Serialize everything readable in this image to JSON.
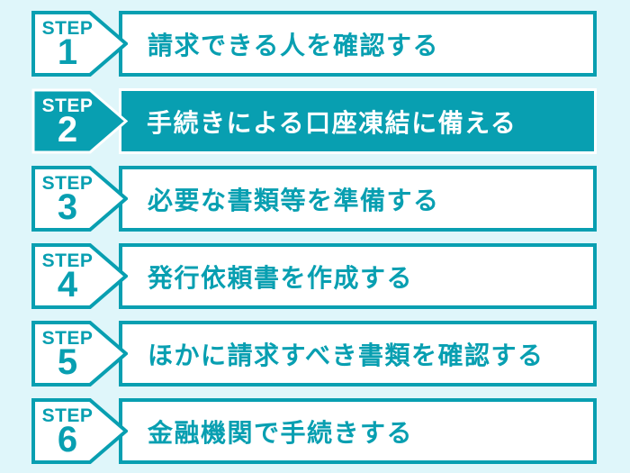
{
  "colors": {
    "teal": "#089fb1",
    "background": "#dff6fa",
    "white": "#ffffff"
  },
  "steps": [
    {
      "label": "STEP",
      "number": "1",
      "title": "請求できる人を確認する",
      "active": false
    },
    {
      "label": "STEP",
      "number": "2",
      "title": "手続きによる口座凍結に備える",
      "active": true
    },
    {
      "label": "STEP",
      "number": "3",
      "title": "必要な書類等を準備する",
      "active": false
    },
    {
      "label": "STEP",
      "number": "4",
      "title": "発行依頼書を作成する",
      "active": false
    },
    {
      "label": "STEP",
      "number": "5",
      "title": "ほかに請求すべき書類を確認する",
      "active": false
    },
    {
      "label": "STEP",
      "number": "6",
      "title": "金融機関で手続きする",
      "active": false
    }
  ]
}
